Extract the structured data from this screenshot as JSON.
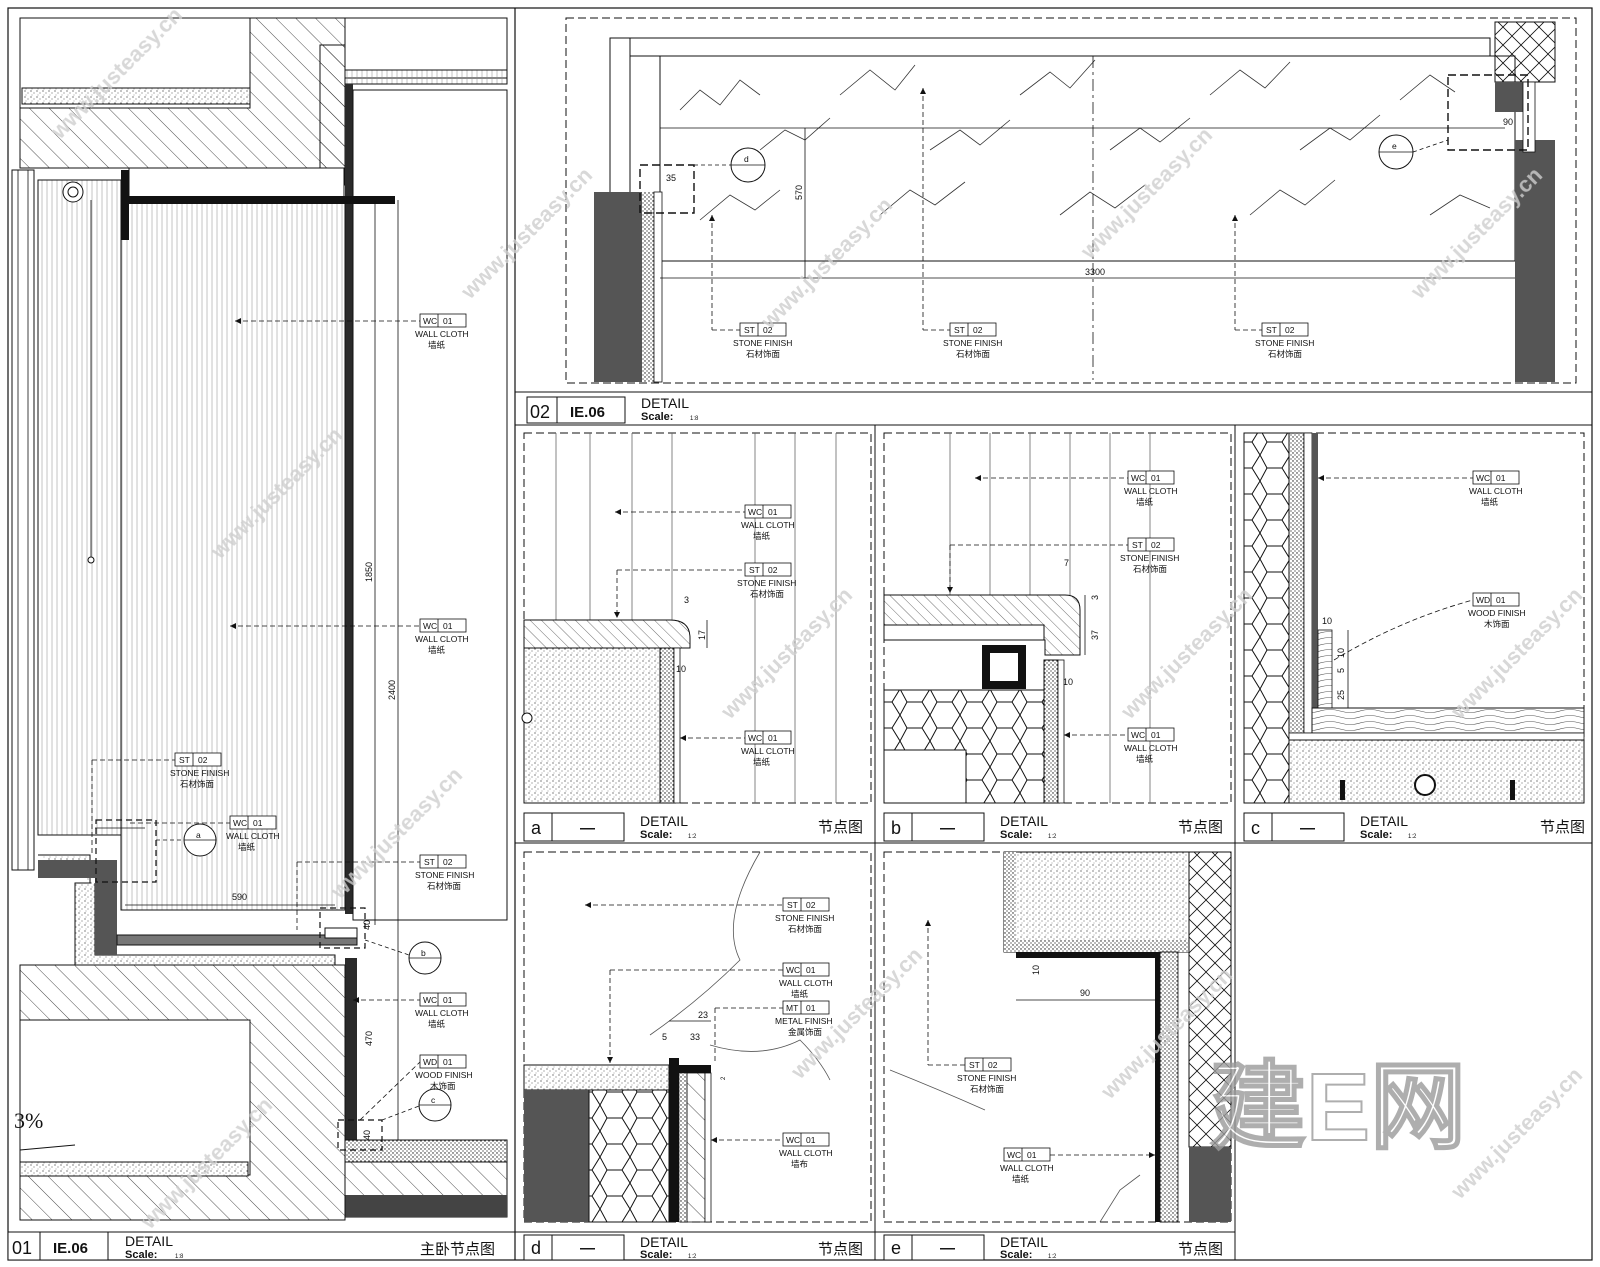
{
  "watermark": {
    "url": "www.justeasy.cn",
    "brand": "建E网"
  },
  "panels": {
    "main": {
      "num": "01",
      "code": "IE.06",
      "title": "DETAIL",
      "scale": "Scale:",
      "scale_value": "1:8",
      "cn_title": "主卧节点图"
    },
    "elev": {
      "num": "02",
      "code": "IE.06",
      "title": "DETAIL",
      "scale": "Scale:",
      "scale_value": "1:8"
    },
    "a": {
      "letter": "a",
      "dash": "—",
      "title": "DETAIL",
      "scale": "Scale:",
      "scale_value": "1:2",
      "cn_title": "节点图"
    },
    "b": {
      "letter": "b",
      "dash": "—",
      "title": "DETAIL",
      "scale": "Scale:",
      "scale_value": "1:2",
      "cn_title": "节点图"
    },
    "c": {
      "letter": "c",
      "dash": "—",
      "title": "DETAIL",
      "scale": "Scale:",
      "scale_value": "1:2",
      "cn_title": "节点图"
    },
    "d": {
      "letter": "d",
      "dash": "—",
      "title": "DETAIL",
      "scale": "Scale:",
      "scale_value": "1:2",
      "cn_title": "节点图"
    },
    "e": {
      "letter": "e",
      "dash": "—",
      "title": "DETAIL",
      "scale": "Scale:",
      "scale_value": "1:2",
      "cn_title": "节点图"
    }
  },
  "materials": {
    "wc": {
      "code": "WC",
      "num": "01",
      "en": "WALL CLOTH",
      "cn": "墙纸"
    },
    "wc_alt": {
      "code": "WC",
      "num": "01",
      "en": "WALL CLOTH",
      "cn": "墙布"
    },
    "st": {
      "code": "ST",
      "num": "02",
      "en": "STONE FINISH",
      "cn": "石材饰面"
    },
    "wd": {
      "code": "WD",
      "num": "01",
      "en": "WOOD FINISH",
      "cn": "木饰面"
    },
    "mt": {
      "code": "MT",
      "num": "01",
      "en": "METAL FINISH",
      "cn": "金属饰面"
    }
  },
  "dims": {
    "main": {
      "d1850": "1850",
      "d2400": "2400",
      "d590": "590",
      "d470": "470",
      "d40a": "40",
      "d40b": "40",
      "slope": "3%"
    },
    "elev": {
      "d570": "570",
      "d3300": "3300",
      "d90": "90",
      "d35": "35"
    },
    "a": {
      "d17": "17",
      "d10": "10",
      "d3": "3"
    },
    "b": {
      "d7": "7",
      "d37": "37",
      "d10": "10",
      "d3": "3"
    },
    "c": {
      "d10": "10",
      "d5": "5",
      "d10b": "10",
      "d25": "25"
    },
    "d": {
      "d23": "23",
      "d33": "33",
      "d5": "5",
      "d2": "2"
    },
    "e": {
      "d10": "10",
      "d90": "90"
    }
  },
  "callouts": {
    "a": {
      "letter": "a"
    },
    "b": {
      "letter": "b"
    },
    "c": {
      "letter": "c"
    },
    "d": {
      "letter": "d"
    },
    "e": {
      "letter": "e"
    }
  }
}
